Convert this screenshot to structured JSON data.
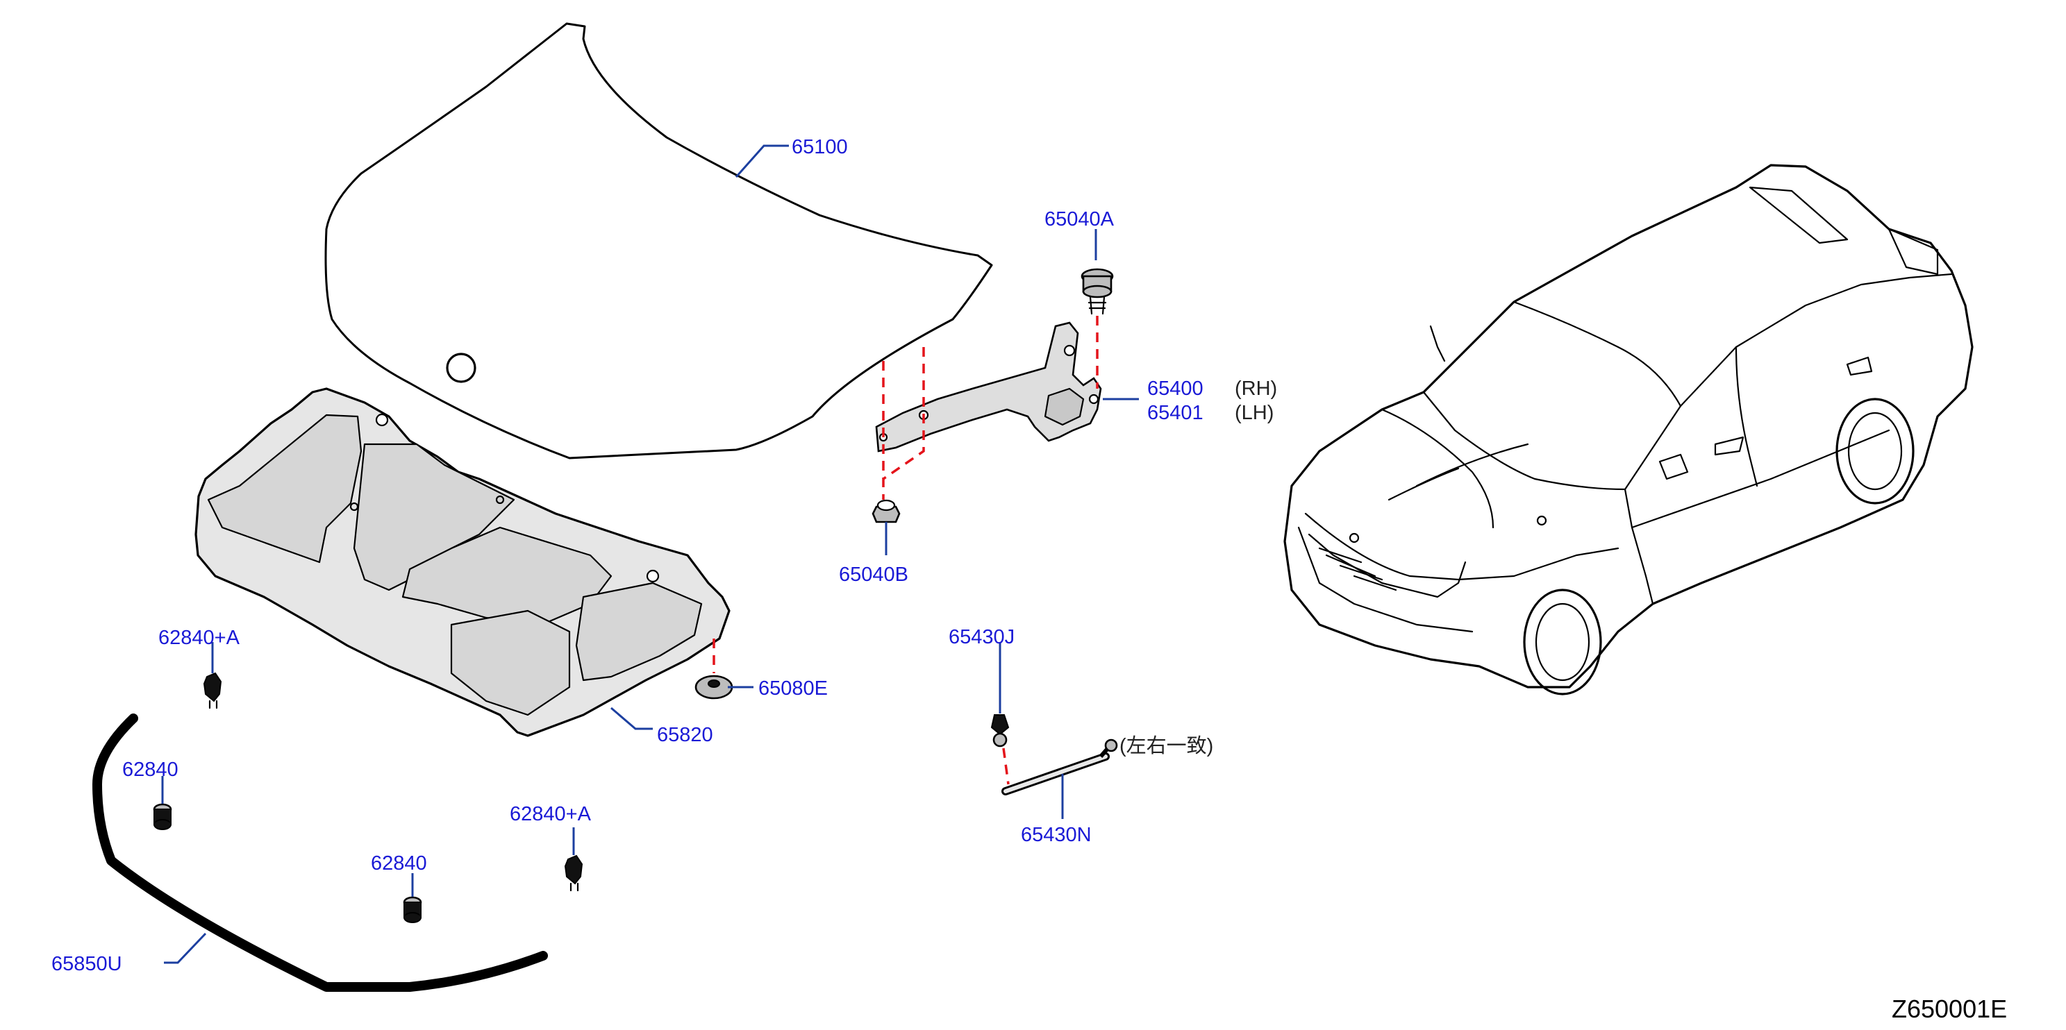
{
  "diagram": {
    "callouts": {
      "hood": "65100",
      "hinge_bolt": "65040A",
      "hinge_rh": "65400",
      "hinge_rh_side": "(RH)",
      "hinge_lh": "65401",
      "hinge_lh_side": "(LH)",
      "hinge_nut": "65040B",
      "insulator": "65820",
      "insulator_clip": "65080E",
      "clip_a_upper": "62840+A",
      "bumper_left": "62840",
      "clip_a_lower": "62840+A",
      "bumper_center": "62840",
      "hood_seal": "65850U",
      "stay_ball": "65430J",
      "stay_rod": "65430N",
      "stay_note": "(左右一致)"
    },
    "drawing_code": "Z650001E"
  }
}
